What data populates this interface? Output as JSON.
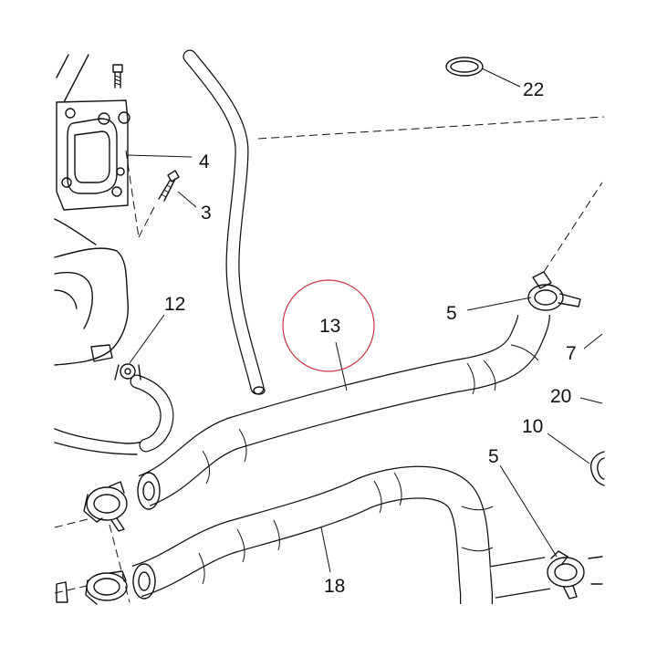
{
  "callouts": [
    {
      "id": "22",
      "text": "22"
    },
    {
      "id": "4",
      "text": "4"
    },
    {
      "id": "3",
      "text": "3"
    },
    {
      "id": "12",
      "text": "12"
    },
    {
      "id": "13",
      "text": "13"
    },
    {
      "id": "5a",
      "text": "5"
    },
    {
      "id": "7",
      "text": "7"
    },
    {
      "id": "20",
      "text": "20"
    },
    {
      "id": "10",
      "text": "10"
    },
    {
      "id": "5b",
      "text": "5"
    },
    {
      "id": "18",
      "text": "18"
    }
  ],
  "highlight_color": "#cc3344"
}
